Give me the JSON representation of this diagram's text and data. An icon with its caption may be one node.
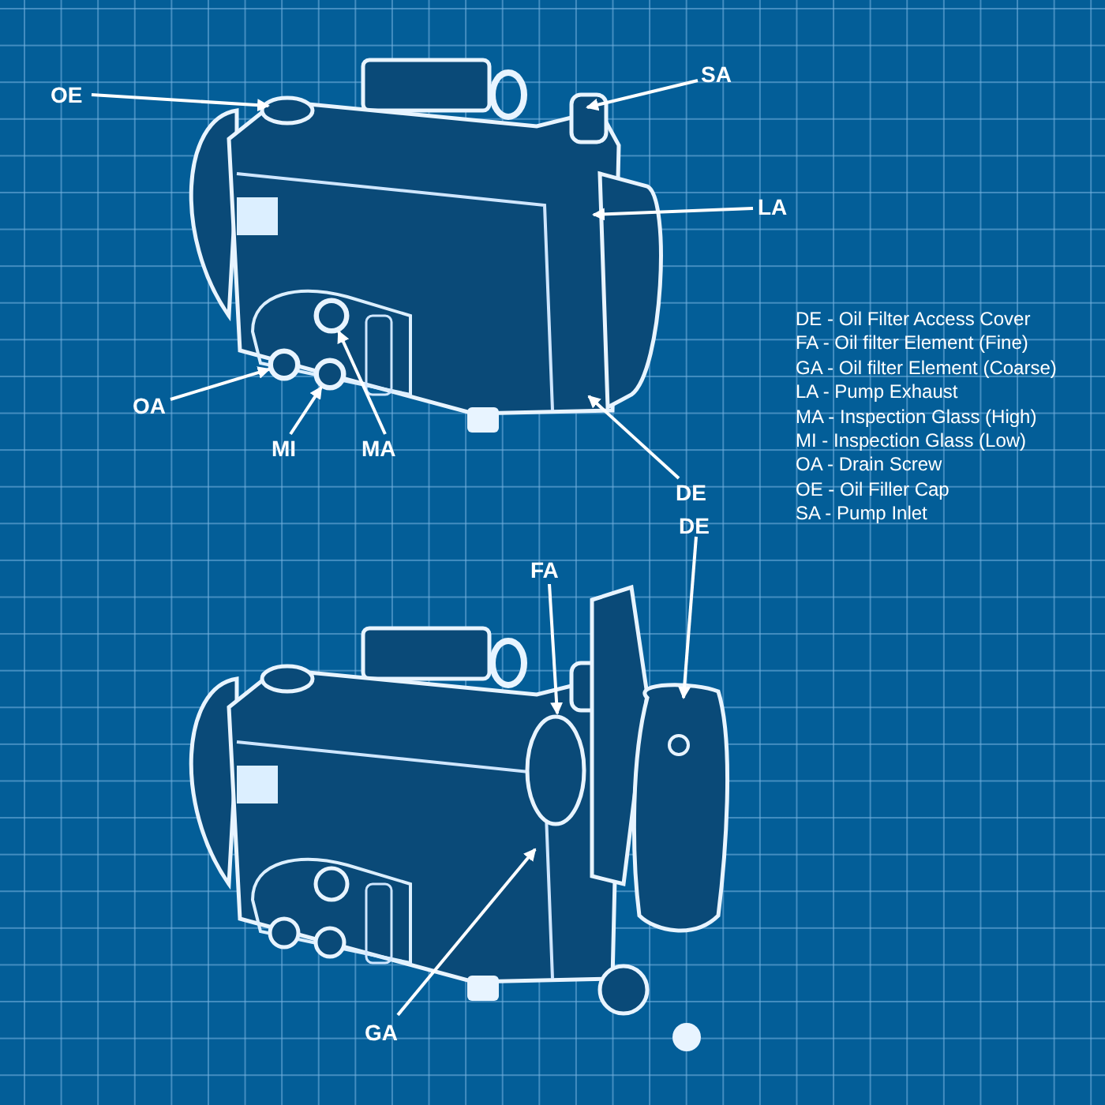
{
  "diagram": {
    "nodes": [
      {
        "text": [
          "OE"
        ]
      },
      {
        "text": [
          "SA"
        ]
      },
      {
        "text": [
          "LA"
        ]
      },
      {
        "text": [
          "OA"
        ]
      },
      {
        "text": [
          "MI"
        ]
      },
      {
        "text": [
          "MA"
        ]
      },
      {
        "text": [
          "DE"
        ]
      },
      {
        "text": [
          "DE"
        ]
      },
      {
        "text": [
          "FA"
        ]
      },
      {
        "text": [
          "GA"
        ]
      },
      {
        "text": [],
        "shape": "circle"
      },
      {
        "text": [],
        "shape": "circle"
      },
      {
        "text": [],
        "shape": "circle"
      }
    ],
    "edges": [
      {
        "from": 0,
        "to": null,
        "arrow": "to"
      },
      {
        "from": 1,
        "to": null,
        "arrow": "to"
      },
      {
        "from": 2,
        "to": null,
        "arrow": "to"
      },
      {
        "from": 3,
        "to": 11,
        "arrow": "to"
      },
      {
        "from": 4,
        "to": 12,
        "arrow": "to"
      },
      {
        "from": 5,
        "to": 10,
        "arrow": "to"
      },
      {
        "from": 6,
        "to": null,
        "arrow": "to"
      },
      {
        "from": 7,
        "to": null,
        "arrow": "to"
      },
      {
        "from": 8,
        "to": null,
        "arrow": "to"
      },
      {
        "from": 9,
        "to": null,
        "arrow": "to"
      }
    ],
    "labels": [
      "DE - Oil Filter Access Cover",
      "FA - Oil filter Element (Fine)",
      "GA - Oil filter Element (Coarse)",
      "LA - Pump Exhaust",
      "MA - Inspection Glass (High)",
      "MI - Inspection Glass (Low)",
      "OA - Drain Screw",
      "OE - Oil Filler Cap",
      "SA - Pump Inlet"
    ]
  }
}
